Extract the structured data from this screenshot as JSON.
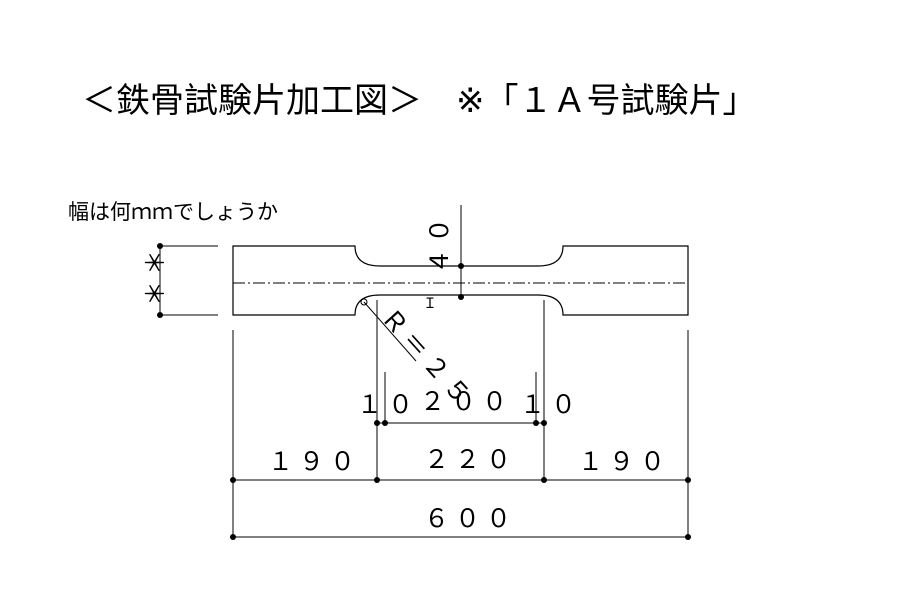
{
  "title": "＜鉄骨試験片加工図＞　※「１Ａ号試験片」",
  "question": "幅は何ｍｍでしょうか",
  "dimensions": {
    "width_unknown": "＊＊",
    "thickness": "４０",
    "radius": "Ｒ＝２５",
    "gauge_length": "２００",
    "shoulder_left": "１０",
    "shoulder_right": "１０",
    "parallel_length": "２２０",
    "grip_left": "１９０",
    "grip_right": "１９０",
    "total_length": "６００"
  }
}
